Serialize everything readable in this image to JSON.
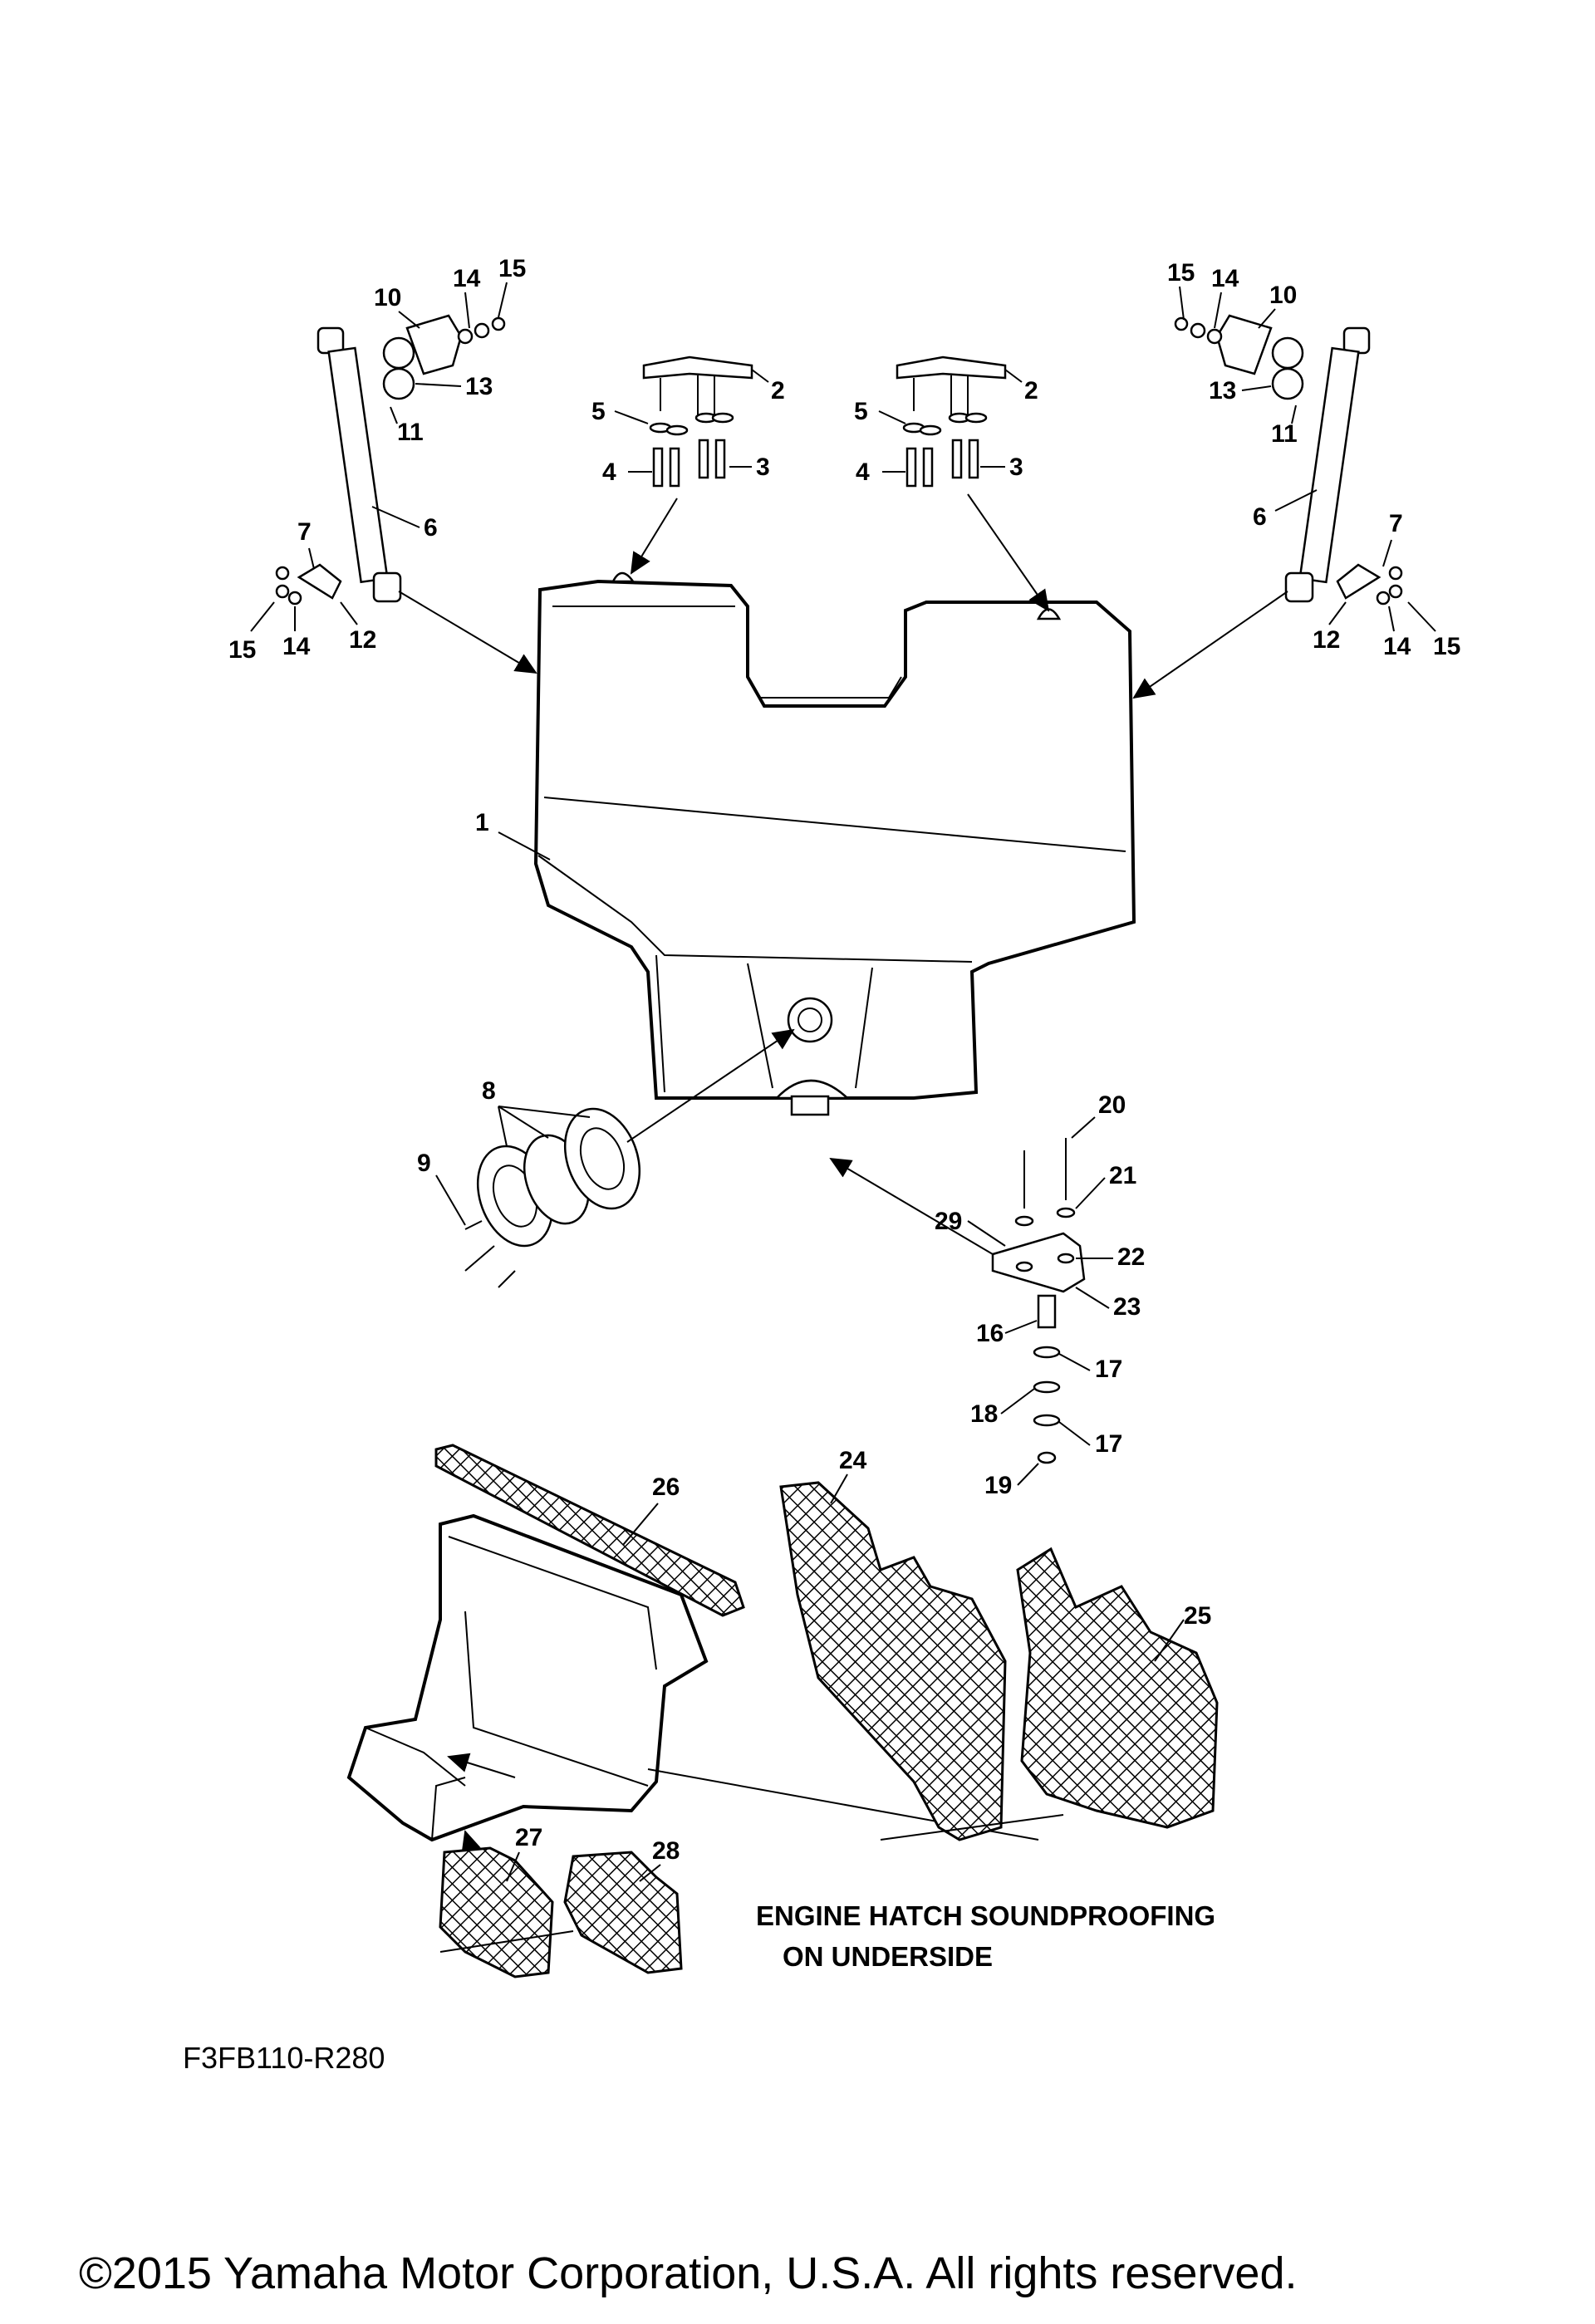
{
  "callouts": {
    "top": [
      "2",
      "5",
      "3",
      "4",
      "2",
      "5",
      "3",
      "4"
    ],
    "hinge_left": [
      "10",
      "14",
      "15",
      "13",
      "11",
      "6",
      "7",
      "15",
      "14",
      "12"
    ],
    "hinge_right": [
      "15",
      "14",
      "10",
      "13",
      "11",
      "6",
      "7",
      "12",
      "14",
      "15"
    ],
    "hatch": "1",
    "vent": [
      "8",
      "9"
    ],
    "latch": [
      "20",
      "21",
      "29",
      "22",
      "23",
      "16",
      "17",
      "18",
      "17",
      "19"
    ],
    "foam": [
      "26",
      "24",
      "25",
      "27",
      "28"
    ]
  },
  "note": {
    "line1": "ENGINE HATCH SOUNDPROOFING",
    "line2": "ON UNDERSIDE"
  },
  "diagram_code": "F3FB110-R280",
  "copyright": "©2015 Yamaha Motor Corporation, U.S.A. All rights reserved."
}
